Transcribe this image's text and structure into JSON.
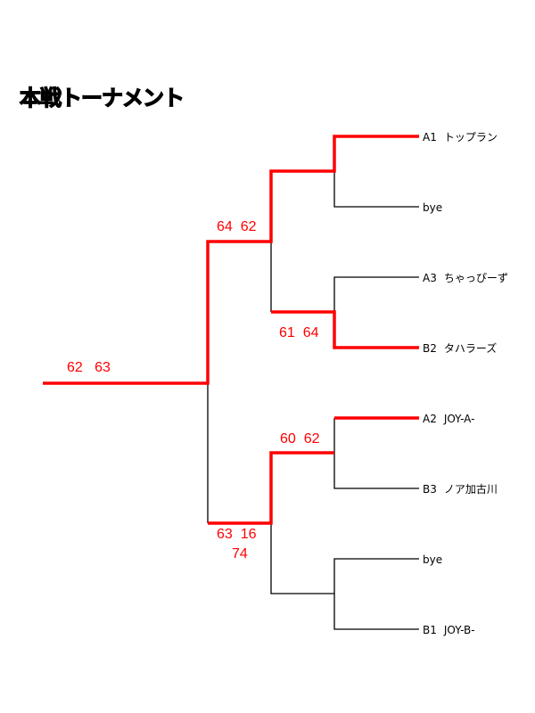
{
  "title": "本戦トーナメント",
  "colors": {
    "winner_path": "#ff0000",
    "bracket": "#000000"
  },
  "teams": [
    {
      "seed": "A1",
      "name": "トップラン"
    },
    {
      "seed": "",
      "name": "bye"
    },
    {
      "seed": "A3",
      "name": "ちゃっぴーず"
    },
    {
      "seed": "B2",
      "name": "タハラーズ"
    },
    {
      "seed": "A2",
      "name": "JOY-A-"
    },
    {
      "seed": "B3",
      "name": "ノア加古川"
    },
    {
      "seed": "",
      "name": "bye"
    },
    {
      "seed": "B1",
      "name": "JOY-B-"
    }
  ],
  "scores": {
    "semi_top": "64  62",
    "qf_2": "61  64",
    "qf_3": "60  62",
    "semi_bottom": "63  16",
    "semi_bottom_tiebreak": "74",
    "final": "62   63"
  }
}
